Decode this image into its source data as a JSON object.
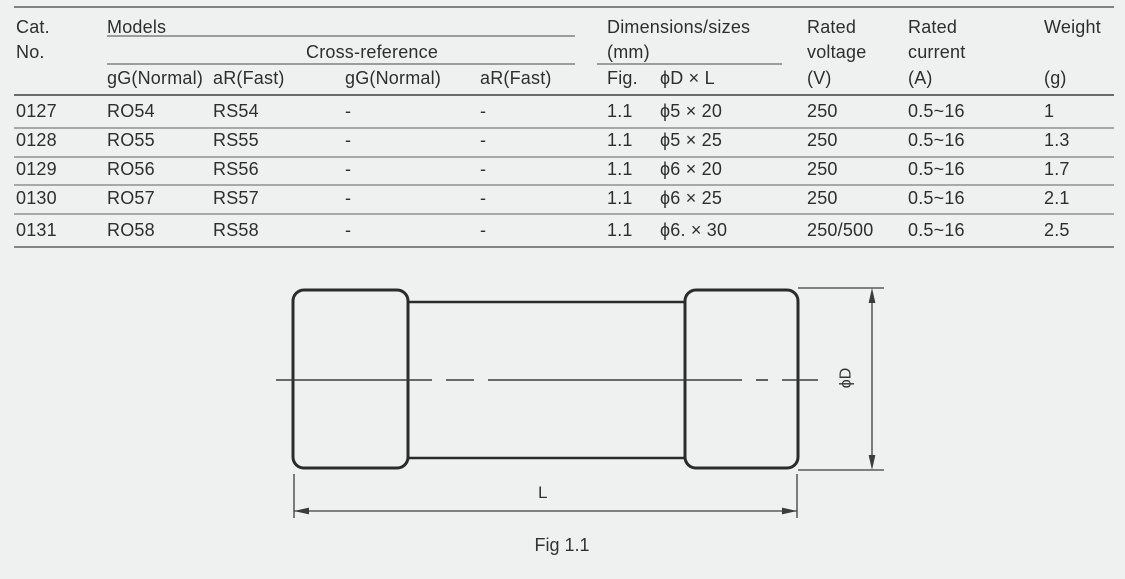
{
  "table": {
    "header": {
      "cat_line1": "Cat.",
      "cat_line2": "No.",
      "models": "Models",
      "cross_reference": "Cross-reference",
      "dimensions_line1": "Dimensions/sizes",
      "dimensions_line2": "(mm)",
      "rated_voltage_line1": "Rated",
      "rated_voltage_line2": "voltage",
      "rated_voltage_unit": "(V)",
      "rated_current_line1": "Rated",
      "rated_current_line2": "current",
      "rated_current_unit": "(A)",
      "weight_line1": "Weight",
      "weight_unit": "(g)",
      "sub": {
        "models_gg": "gG(Normal)",
        "models_ar": "aR(Fast)",
        "xref_gg": "gG(Normal)",
        "xref_ar": "aR(Fast)",
        "fig": "Fig.",
        "size": "ϕD × L"
      }
    },
    "rows": [
      {
        "cells": [
          "0127",
          "RO54",
          "RS54",
          "-",
          "-",
          "1.1",
          "ϕ5 × 20",
          "250",
          "0.5~16",
          "1"
        ]
      },
      {
        "cells": [
          "0128",
          "RO55",
          "RS55",
          "-",
          "-",
          "1.1",
          "ϕ5 × 25",
          "250",
          "0.5~16",
          "1.3"
        ]
      },
      {
        "cells": [
          "0129",
          "RO56",
          "RS56",
          "-",
          "-",
          "1.1",
          "ϕ6 × 20",
          "250",
          "0.5~16",
          "1.7"
        ]
      },
      {
        "cells": [
          "0130",
          "RO57",
          "RS57",
          "-",
          "-",
          "1.1",
          "ϕ6 × 25",
          "250",
          "0.5~16",
          "2.1"
        ]
      },
      {
        "cells": [
          "0131",
          "RO58",
          "RS58",
          "-",
          "-",
          "1.1",
          "ϕ6. × 30",
          "250/500",
          "0.5~16",
          "2.5"
        ]
      }
    ]
  },
  "figure": {
    "diameter_label": "ϕD",
    "length_label": "L",
    "caption": "Fig 1.1"
  },
  "colors": {
    "background": "#eff0f0",
    "text": "#2e2e2e",
    "heavy_rule": "#686a6a",
    "light_rule": "#a7a9a9",
    "diagram_stroke": "#2b2b2b"
  }
}
